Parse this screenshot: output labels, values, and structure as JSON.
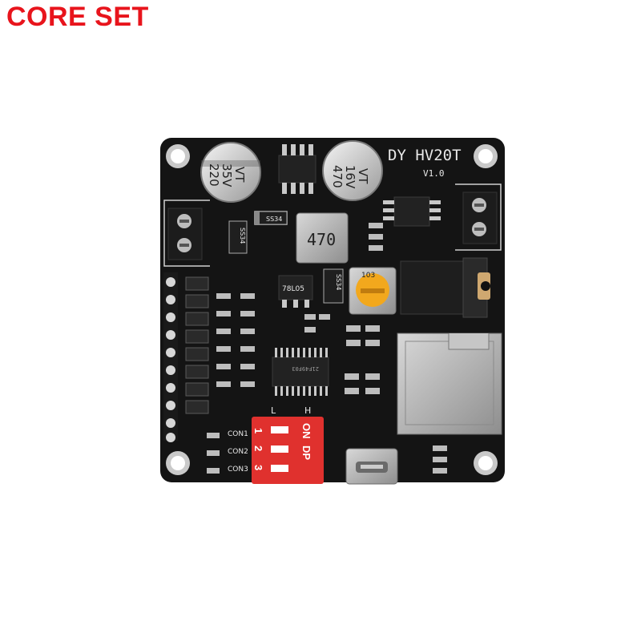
{
  "brand": {
    "text": "CORE SET",
    "color": "#e8141c"
  },
  "board": {
    "model": "DY HV20T",
    "version": "V1.0",
    "cap_left": [
      "220",
      "35V",
      "VT"
    ],
    "cap_right": [
      "470",
      "16V",
      "VT"
    ],
    "inductor": "470",
    "regulator": "78L05",
    "diode_left": "SS34",
    "diode_right": "SS34",
    "diode_top": "SS34",
    "potentiometer": "103",
    "chip": "21F49F03",
    "dip_labels": {
      "on": "ON",
      "dp": "DP",
      "low": "L",
      "high": "H",
      "n1": "1",
      "n2": "2",
      "n3": "3"
    },
    "con_labels": [
      "CON1",
      "CON2",
      "CON3"
    ],
    "colors": {
      "pcb": "#141414",
      "dip": "#e0312e",
      "pot": "#f2a81d",
      "metal": "#b8b8b8"
    }
  }
}
